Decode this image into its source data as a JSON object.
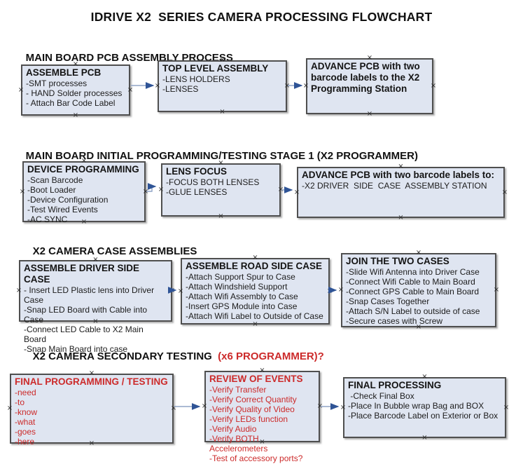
{
  "title": "IDRIVE X2  SERIES CAMERA PROCESSING FLOWCHART",
  "colors": {
    "box_fill": "#dfe5f1",
    "box_border": "#4f4f4f",
    "arrow_line": "#8fa3c6",
    "arrow_head": "#2f5496",
    "red_text": "#cc2a2a",
    "heading_text": "#111111"
  },
  "sections": [
    {
      "heading": "MAIN BOARD PCB ASSEMBLY PROCESS",
      "heading_suffix": "",
      "boxes": [
        {
          "title": "ASSEMBLE PCB",
          "items": [
            "-SMT processes",
            "- HAND Solder processes",
            "- Attach Bar Code Label"
          ]
        },
        {
          "title": "TOP LEVEL ASSEMBLY",
          "items": [
            "-LENS HOLDERS",
            "-LENSES"
          ]
        },
        {
          "title": "ADVANCE PCB with two barcode labels to the X2 Programming Station",
          "items": []
        }
      ]
    },
    {
      "heading": "MAIN BOARD INITIAL PROGRAMMING/TESTING STAGE 1 (X2 PROGRAMMER)",
      "heading_suffix": "",
      "boxes": [
        {
          "title": "DEVICE PROGRAMMING",
          "items": [
            "-Scan Barcode",
            "-Boot Loader",
            "-Device Configuration",
            "-Test Wired Events",
            "-AC SYNC"
          ]
        },
        {
          "title": "LENS FOCUS",
          "items": [
            "-FOCUS BOTH LENSES",
            "-GLUE LENSES"
          ]
        },
        {
          "title": "ADVANCE PCB with two barcode labels to:",
          "items": [
            "-X2 DRIVER  SIDE  CASE  ASSEMBLY STATION"
          ]
        }
      ]
    },
    {
      "heading": "X2 CAMERA CASE ASSEMBLIES",
      "heading_suffix": "",
      "boxes": [
        {
          "title": "ASSEMBLE DRIVER SIDE CASE",
          "items": [
            "- Insert LED Plastic lens into Driver Case",
            "-Snap LED Board with Cable into Case",
            "-Connect LED Cable to X2 Main Board",
            "-Snap Main Board into case"
          ]
        },
        {
          "title": "ASSEMBLE ROAD SIDE CASE",
          "items": [
            "-Attach Support Spur to Case",
            "-Attach Windshield Support",
            "-Attach Wifi Assembly to Case",
            "-Insert GPS Module into Case",
            "-Attach Wifi Label to Outside of Case"
          ]
        },
        {
          "title": "JOIN THE TWO CASES",
          "items": [
            "-Slide Wifi Antenna into Driver Case",
            "-Connect Wifi Cable to Main Board",
            "-Connect GPS Cable to Main Board",
            "-Snap Cases Together",
            "-Attach S/N Label to outside of case",
            "-Secure cases with Screw"
          ]
        }
      ]
    },
    {
      "heading": "X2 CAMERA SECONDARY TESTING",
      "heading_suffix": "  (x6 PROGRAMMER)?",
      "boxes": [
        {
          "title": "FINAL PROGRAMMING / TESTING",
          "items": [
            "-need",
            "-to",
            "-know",
            "-what",
            "-goes",
            "-here"
          ]
        },
        {
          "title": "REVIEW OF EVENTS",
          "items": [
            "-Verify Transfer",
            "-Verify Correct Quantity",
            "-Verify Quality of Video",
            "-Verify LEDs function",
            "-Verify Audio",
            "-Verify BOTH Accelerometers",
            "-Test of accessory ports?"
          ]
        },
        {
          "title": "FINAL PROCESSING",
          "items": [
            " -Check Final Box",
            "-Place In Bubble wrap Bag and BOX",
            "-Place Barcode Label on Exterior or Box"
          ]
        }
      ]
    }
  ]
}
